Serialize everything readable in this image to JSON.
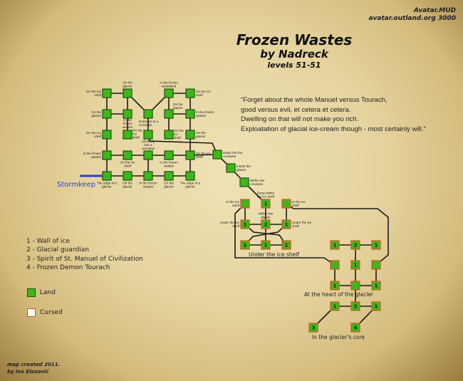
{
  "header": {
    "title": "Frozen Wastes",
    "author": "by Nadreck",
    "levels": "levels 51-51"
  },
  "site": {
    "mud": "Avatar.MUD",
    "address": "avatar.outland.org 3000"
  },
  "quote": [
    "“Forget about the whole Manuel versus Tourach,",
    "good versus evil, et cetera et cetera.",
    "Dwelling on that will not make you rich.",
    "Exploatation of glacial ice-cream though - most certainly will.”"
  ],
  "mob_legend": [
    "1 - Wall of ice",
    "2 - Glacial guardian",
    "3 - Spirit of St. Manuel of Civilization",
    "4 - Frozen Demon Tourach"
  ],
  "terrain_legend": {
    "land": "Land",
    "cursed": "Cursed"
  },
  "colors": {
    "land_fill": "#3cb81a",
    "land_border": "#1f4f10",
    "cursed_border": "#e0502a",
    "path": "#1a1a1a",
    "stormkeep": "#2a3fd6"
  },
  "credit": [
    "map created 2011.",
    "by Ivo Elezović"
  ],
  "exit_label": "Stormkeep",
  "area_labels": [
    "Under the ice shelf",
    "At the heart of the glacier",
    "In the glacier's core"
  ],
  "rooms": [
    {
      "label": "On the ice shelf",
      "type": "land",
      "mob": ""
    },
    {
      "label": "On the glacier",
      "type": "land",
      "mob": ""
    },
    {
      "label": "In the frozen wasteland",
      "type": "land",
      "mob": ""
    },
    {
      "label": "On the ice shelf",
      "type": "land",
      "mob": ""
    },
    {
      "label": "On the glacier",
      "type": "land",
      "mob": ""
    },
    {
      "label": "In the frozen wastes",
      "type": "land",
      "mob": ""
    },
    {
      "label": "Entrance to a crevasse",
      "type": "land",
      "mob": ""
    },
    {
      "label": "On the glacier",
      "type": "land",
      "mob": ""
    },
    {
      "label": "In the frozen wastes",
      "type": "land",
      "mob": ""
    },
    {
      "label": "On the ice shelf",
      "type": "land",
      "mob": ""
    },
    {
      "label": "On the ice shelf",
      "type": "land",
      "mob": ""
    },
    {
      "label": "Climbing into a crevasse",
      "type": "land",
      "mob": ""
    },
    {
      "label": "On the ice shelf",
      "type": "land",
      "mob": ""
    },
    {
      "label": "On the glacier",
      "type": "land",
      "mob": ""
    },
    {
      "label": "In the frozen wastes",
      "type": "land",
      "mob": ""
    },
    {
      "label": "On the ice shelf",
      "type": "land",
      "mob": ""
    },
    {
      "label": "",
      "type": "land",
      "mob": ""
    },
    {
      "label": "In the frozen wastes",
      "type": "land",
      "mob": ""
    },
    {
      "label": "On the ice shelf",
      "type": "land",
      "mob": ""
    },
    {
      "label": "The edge of a glacier",
      "type": "land",
      "mob": ""
    },
    {
      "label": "On the glacier",
      "type": "land",
      "mob": ""
    },
    {
      "label": "In the frozen wastes",
      "type": "land",
      "mob": ""
    },
    {
      "label": "On the glacier",
      "type": "land",
      "mob": ""
    },
    {
      "label": "The edge of a glacier",
      "type": "land",
      "mob": ""
    },
    {
      "label": "Deep into the crevasse",
      "type": "land",
      "mob": ""
    },
    {
      "label": "Inside the glacier",
      "type": "land",
      "mob": ""
    },
    {
      "label": "Within the crevasse",
      "type": "land",
      "mob": ""
    },
    {
      "label": "In the ice shelf",
      "type": "cursed",
      "mob": ""
    },
    {
      "label": "Deep within the ice shelf",
      "type": "cursed",
      "mob": "1"
    },
    {
      "label": "In the ice shelf",
      "type": "cursed",
      "mob": ""
    },
    {
      "label": "Under the ice shelf",
      "type": "cursed",
      "mob": "1"
    },
    {
      "label": "Within the glacier",
      "type": "cursed",
      "mob": "2"
    },
    {
      "label": "Under the ice shelf",
      "type": "cursed",
      "mob": "1"
    },
    {
      "label": "",
      "type": "cursed",
      "mob": "1"
    },
    {
      "label": "",
      "type": "cursed",
      "mob": "1"
    },
    {
      "label": "",
      "type": "cursed",
      "mob": "1"
    },
    {
      "label": "",
      "type": "cursed",
      "mob": "1"
    },
    {
      "label": "",
      "type": "cursed",
      "mob": "2"
    },
    {
      "label": "",
      "type": "cursed",
      "mob": "1"
    },
    {
      "label": "",
      "type": "cursed",
      "mob": ""
    },
    {
      "label": "",
      "type": "cursed",
      "mob": "1"
    },
    {
      "label": "",
      "type": "cursed",
      "mob": ""
    },
    {
      "label": "",
      "type": "cursed",
      "mob": "1"
    },
    {
      "label": "",
      "type": "cursed",
      "mob": ""
    },
    {
      "label": "",
      "type": "cursed",
      "mob": "1"
    },
    {
      "label": "",
      "type": "cursed",
      "mob": "1"
    },
    {
      "label": "",
      "type": "cursed",
      "mob": "2"
    },
    {
      "label": "",
      "type": "cursed",
      "mob": "1"
    },
    {
      "label": "",
      "type": "cursed",
      "mob": "3"
    },
    {
      "label": "",
      "type": "cursed",
      "mob": "4"
    }
  ],
  "exits": [
    [
      0,
      1
    ],
    [
      2,
      3
    ],
    [
      0,
      4
    ],
    [
      4,
      9
    ],
    [
      9,
      14
    ],
    [
      14,
      19
    ],
    [
      1,
      5
    ],
    [
      5,
      10
    ],
    [
      4,
      5
    ],
    [
      1,
      6
    ],
    [
      2,
      6
    ],
    [
      6,
      11
    ],
    [
      2,
      7
    ],
    [
      7,
      12
    ],
    [
      7,
      8
    ],
    [
      3,
      8
    ],
    [
      8,
      13
    ],
    [
      13,
      18
    ],
    [
      18,
      23
    ],
    [
      14,
      15
    ],
    [
      15,
      16
    ],
    [
      16,
      17
    ],
    [
      17,
      18
    ],
    [
      16,
      21
    ],
    [
      19,
      20
    ],
    [
      20,
      21
    ],
    [
      21,
      22
    ],
    [
      22,
      23
    ],
    [
      11,
      24
    ],
    [
      18,
      24
    ],
    [
      24,
      25
    ],
    [
      25,
      26
    ],
    [
      26,
      28
    ],
    [
      27,
      30
    ],
    [
      28,
      31
    ],
    [
      29,
      32
    ],
    [
      30,
      31
    ],
    [
      31,
      32
    ],
    [
      31,
      34
    ],
    [
      33,
      34
    ],
    [
      34,
      35
    ],
    [
      30,
      35
    ],
    [
      32,
      33
    ],
    [
      27,
      39
    ],
    [
      29,
      41
    ],
    [
      36,
      37
    ],
    [
      37,
      38
    ],
    [
      37,
      40
    ],
    [
      40,
      43
    ],
    [
      39,
      42
    ],
    [
      41,
      44
    ],
    [
      42,
      43
    ],
    [
      43,
      44
    ],
    [
      43,
      46
    ],
    [
      45,
      46
    ],
    [
      46,
      47
    ],
    [
      45,
      48
    ],
    [
      47,
      49
    ]
  ]
}
